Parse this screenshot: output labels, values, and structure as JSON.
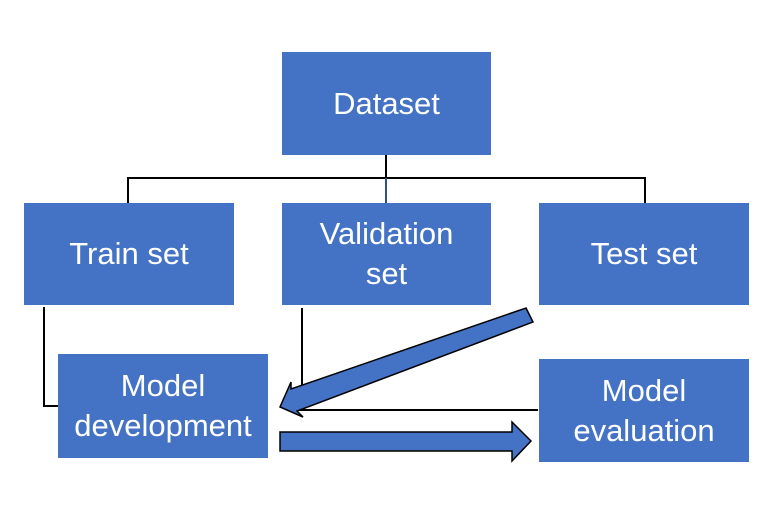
{
  "diagram": {
    "nodes": {
      "dataset": "Dataset",
      "train": "Train set",
      "validation": "Validation set",
      "test": "Test set",
      "model_dev": "Model development",
      "model_eval": "Model evaluation"
    },
    "edges": [
      {
        "from": "Dataset",
        "to": "Train set",
        "style": "line"
      },
      {
        "from": "Dataset",
        "to": "Validation set",
        "style": "line"
      },
      {
        "from": "Dataset",
        "to": "Test set",
        "style": "line"
      },
      {
        "from": "Train set",
        "to": "Model development",
        "style": "line"
      },
      {
        "from": "Validation set",
        "to": "Model development",
        "style": "line"
      },
      {
        "from": "Model evaluation",
        "to": "Model development",
        "style": "line"
      },
      {
        "from": "Test set",
        "to": "Model development",
        "style": "block-arrow"
      },
      {
        "from": "Model development",
        "to": "Model evaluation",
        "style": "block-arrow"
      }
    ],
    "colors": {
      "box": "#4472C4",
      "text": "#FFFFFF",
      "line": "#000000"
    }
  }
}
